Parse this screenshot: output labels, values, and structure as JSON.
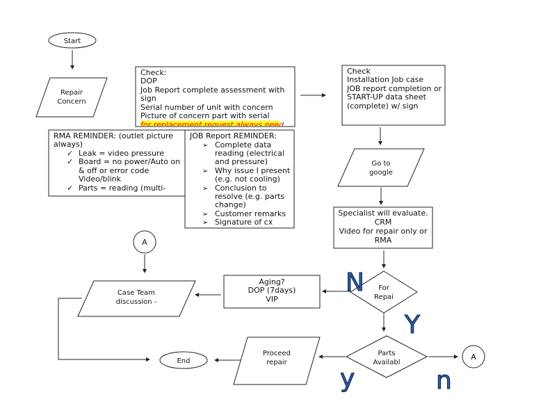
{
  "nodes": {
    "start": "Start",
    "repair_concern": [
      "Repair",
      "Concern"
    ],
    "check1": [
      "Check:",
      "DOP",
      "Job Report complete assessment with",
      "sign",
      "Serial number of unit with concern",
      "Picture of concern part with serial"
    ],
    "check1_highlight": "for replacement request always need",
    "check2": [
      "Check",
      "Installation Job case",
      "JOB report completion or",
      "START-UP data sheet",
      "(complete) w/ sign"
    ],
    "google": [
      "Go to",
      "google"
    ],
    "specialist": [
      "Specialist will evaluate.",
      "CRM",
      "Video for repair only or",
      "RMA"
    ],
    "for_repair": [
      "For",
      "Repai"
    ],
    "aging": [
      "Aging?",
      "DOP (7days)",
      "VIP"
    ],
    "case_team": [
      "Case Team",
      "discussion -"
    ],
    "parts": [
      "Parts",
      "Availabl"
    ],
    "proceed": [
      "Proceed",
      "repair"
    ],
    "end": "End",
    "connector_a_top": "A",
    "connector_a_right": "A"
  },
  "rma_reminder": {
    "title": [
      "RMA REMINDER: (outlet picture",
      "always)"
    ],
    "items": [
      [
        "Leak = video pressure"
      ],
      [
        "Board = no power/Auto on",
        "& off or error code",
        "Video/blink"
      ],
      [
        "Parts = reading (multi-"
      ]
    ],
    "bullet": "✓"
  },
  "job_reminder": {
    "title": "JOB Report REMINDER:",
    "items": [
      [
        "Complete data",
        "reading (electrical",
        "and pressure)"
      ],
      [
        "Why issue I present",
        "(e.g. not cooling)"
      ],
      [
        "Conclusion to",
        "resolve (e.g. parts",
        "change)"
      ],
      [
        "Customer remarks"
      ],
      [
        "Signature of cx"
      ]
    ],
    "bullet": "➢"
  },
  "branch_labels": {
    "for_repair_no": "N",
    "for_repair_yes": "Y",
    "parts_yes": "y",
    "parts_no": "n"
  },
  "colors": {
    "branch_label": "#2a5ea8",
    "highlight": "#ffff00",
    "highlight_text": "#ff0000"
  }
}
